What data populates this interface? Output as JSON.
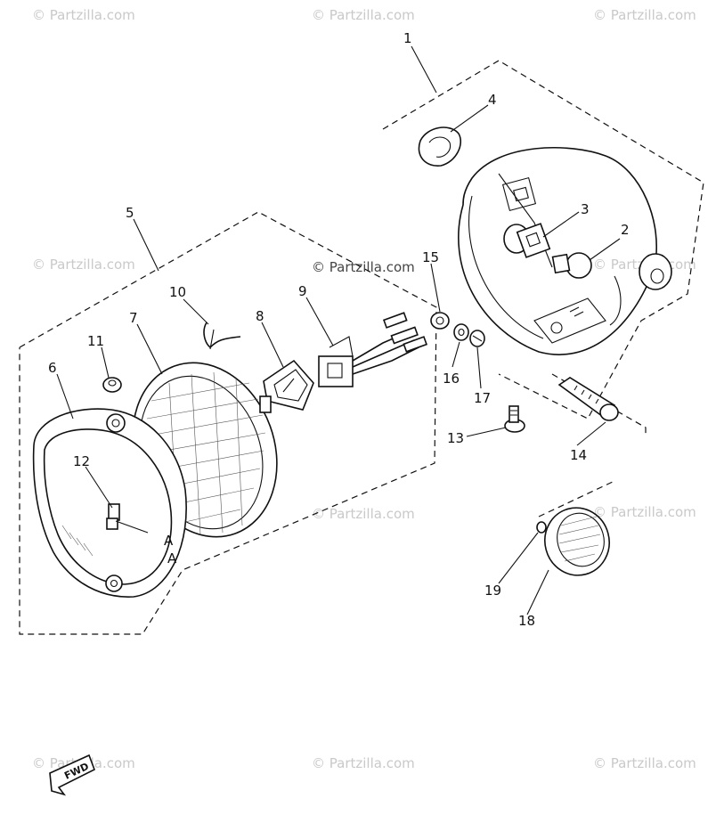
{
  "watermarks": [
    "© Partzilla.com",
    "© Partzilla.com",
    "© Partzilla.com",
    "© Partzilla.com",
    "© Partzilla.com",
    "© Partzilla.com",
    "© Partzilla.com",
    "© Partzilla.com",
    "© Partzilla.com",
    "© Partzilla.com",
    "© Partzilla.com"
  ],
  "fwd_label": "FWD",
  "callouts": [
    "1",
    "2",
    "3",
    "4",
    "5",
    "6",
    "7",
    "8",
    "9",
    "10",
    "11",
    "12",
    "13",
    "14",
    "15",
    "16",
    "17",
    "18",
    "19"
  ],
  "lens_marks": [
    "A",
    "A"
  ]
}
